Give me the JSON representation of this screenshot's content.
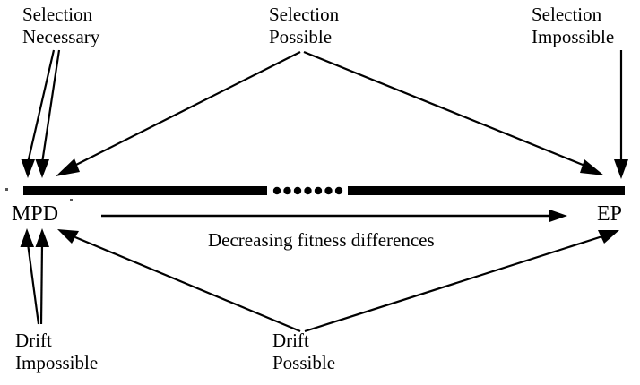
{
  "figure": {
    "top_labels": [
      {
        "id": "selection-necessary",
        "text": "Selection\nNecessary"
      },
      {
        "id": "selection-possible",
        "text": "Selection\nPossible"
      },
      {
        "id": "selection-impossible",
        "text": "Selection\nImpossible"
      }
    ],
    "bottom_labels": [
      {
        "id": "drift-impossible",
        "text": "Drift\nImpossible"
      },
      {
        "id": "drift-possible",
        "text": "Drift\nPossible"
      }
    ],
    "axis": {
      "left_endpoint": "MPD",
      "right_endpoint": "EP",
      "caption": "Decreasing fitness differences",
      "bar_style": "solid-dotted-solid",
      "dot_count": 8
    },
    "colors": {
      "ink": "#000000",
      "background": "#ffffff"
    }
  }
}
